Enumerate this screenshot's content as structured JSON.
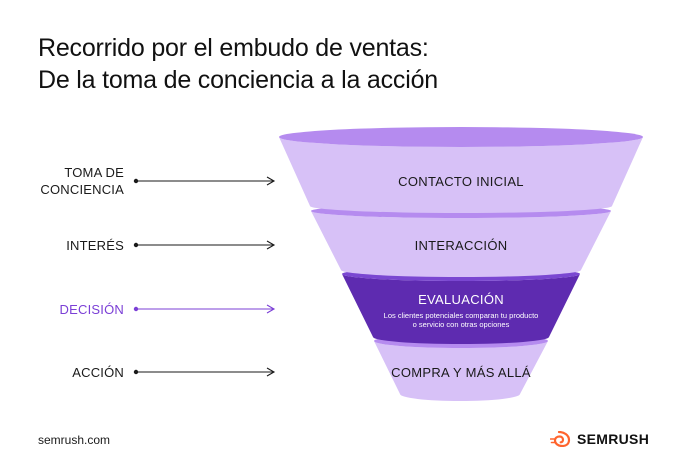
{
  "title": {
    "line1": "Recorrido por el embudo de ventas:",
    "line2": "De la toma de conciencia a la acción"
  },
  "stages": [
    {
      "label_line1": "TOMA DE",
      "label_line2": "CONCIENCIA",
      "funnel_label": "CONTACTO INICIAL"
    },
    {
      "label": "INTERÉS",
      "funnel_label": "INTERACCIÓN"
    },
    {
      "label": "DECISIÓN",
      "funnel_label": "EVALUACIÓN",
      "description_line1": "Los clientes potenciales comparan tu producto",
      "description_line2": "o servicio con otras opciones",
      "highlighted": true
    },
    {
      "label": "ACCIÓN",
      "funnel_label": "COMPRA Y MÁS ALLÁ"
    }
  ],
  "colors": {
    "light_purple": "#d7c1f7",
    "rim_purple": "#b58bef",
    "dark_purple": "#5e2bb0",
    "dark_rim": "#7a47d1",
    "active_label": "#7b3fd6",
    "brand_orange": "#ff642d"
  },
  "footer": {
    "url": "semrush.com",
    "brand": "SEMRUSH",
    "brand_icon": "semrush-fire-icon"
  }
}
